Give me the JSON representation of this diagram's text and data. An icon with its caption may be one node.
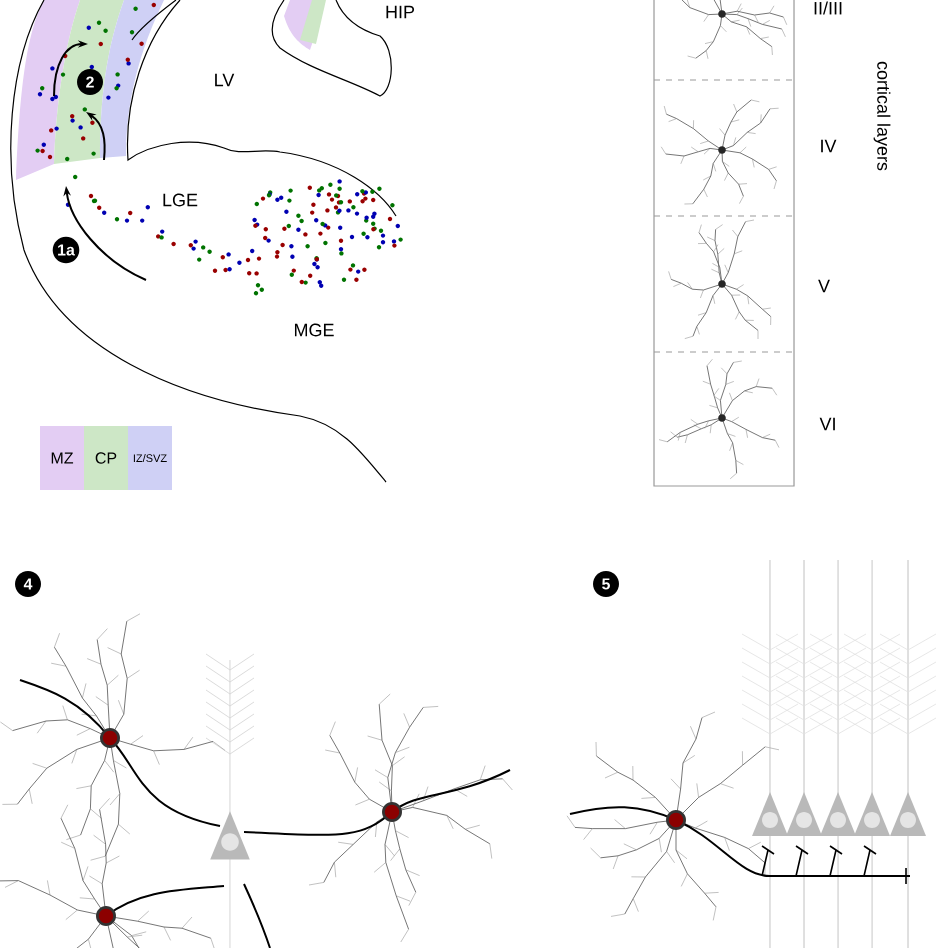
{
  "diagram": {
    "labels": [
      "HIP",
      "LV",
      "2",
      "LGE",
      "1a",
      "MGE",
      "II/III",
      "cortical layers",
      "IV",
      "V",
      "VI",
      "4",
      "5"
    ],
    "legend": [
      {
        "text": "MZ",
        "color": "#e3cdf3"
      },
      {
        "text": "CP",
        "color": "#cde7c6"
      },
      {
        "text": "IZ/SVZ",
        "color": "#cfd0f5"
      }
    ]
  }
}
